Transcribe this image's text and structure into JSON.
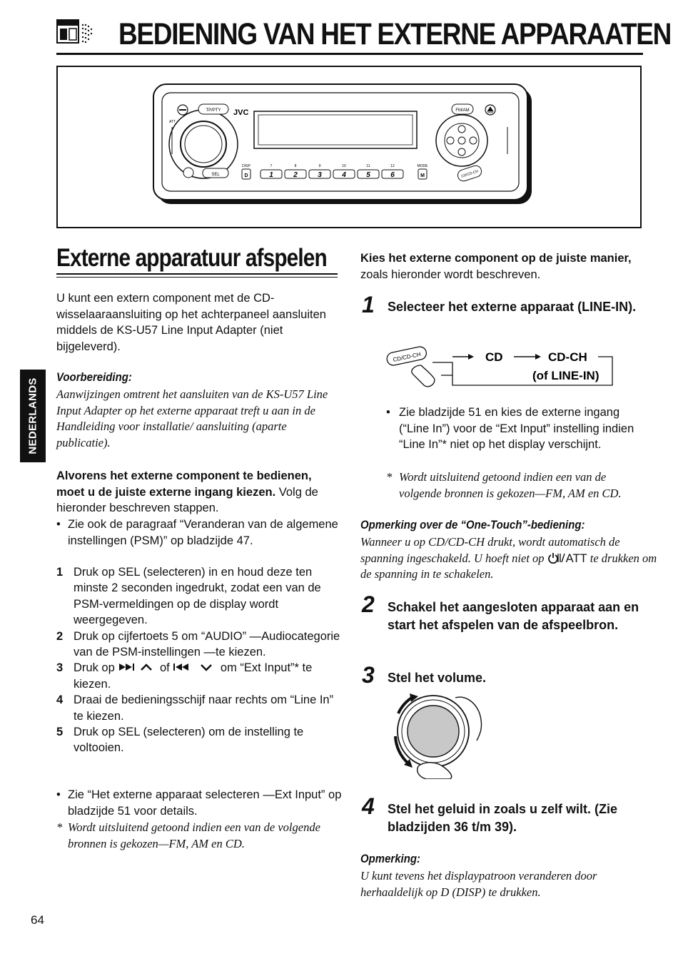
{
  "header": {
    "title": "BEDIENING VAN HET EXTERNE APPARAATEN"
  },
  "device": {
    "brand": "JVC",
    "btn_tp": "TP/PTY",
    "btn_fm": "FM/AM",
    "btn_sel": "SEL",
    "btn_cd": "CD/CD-CH",
    "btn_d": "D",
    "btn_m": "M",
    "label_att": "ATT",
    "label_disp": "DISP",
    "label_mode": "MODE",
    "upper_nums": [
      "7",
      "8",
      "9",
      "10",
      "11",
      "12"
    ],
    "presets": [
      "1",
      "2",
      "3",
      "4",
      "5",
      "6"
    ]
  },
  "left": {
    "section_title": "Externe apparatuur afspelen",
    "intro": "U kunt een extern component met de CD-wisselaaraansluiting op het achterpaneel aansluiten middels de KS-U57 Line Input Adapter (niet bijgeleverd).",
    "prep_heading": "Voorbereiding:",
    "prep_text": "Aanwijzingen omtrent het aansluiten van de KS-U57 Line Input Adapter op het externe apparaat treft u aan in de Handleiding voor installatie/ aansluiting (aparte publicatie).",
    "before_bold": "Alvorens het externe component te bedienen, moet u de juiste externe ingang kiezen.",
    "before_rest": " Volg de hieronder beschreven stappen.",
    "bullet1": "Zie ook de paragraaf “Veranderan van de algemene instellingen (PSM)” op bladzijde 47.",
    "steps": [
      {
        "n": "1",
        "t": "Druk op SEL (selecteren) in en houd deze ten minste 2 seconden ingedrukt, zodat een van de PSM-vermeldingen op de display wordt weergegeven."
      },
      {
        "n": "2",
        "t": "Druk op cijfertoets 5 om “AUDIO” —Audiocategorie van de PSM-instellingen —te kiezen."
      },
      {
        "n": "3",
        "t_a": "Druk op",
        "t_b": "of",
        "t_c": "om “Ext Input”* te kiezen."
      },
      {
        "n": "4",
        "t": "Draai de bedieningsschijf naar rechts om “Line In” te kiezen."
      },
      {
        "n": "5",
        "t": "Druk op SEL (selecteren) om de instelling te voltooien."
      }
    ],
    "bullet2": "Zie “Het externe apparaat selecteren —Ext Input” op bladzijde 51 voor details.",
    "note2": "Wordt uitsluitend getoond indien een van de volgende bronnen is gekozen—FM, AM en CD.",
    "page_number": "64",
    "language_tab": "NEDERLANDS"
  },
  "right": {
    "choose_bold": "Kies het externe component op de juiste manier,",
    "choose_rest": " zoals hieronder wordt beschreven.",
    "step1_num": "1",
    "step1_head": "Selecteer het externe apparaat (LINE-IN).",
    "flow": {
      "button": "CD/CD-CH",
      "a": "CD",
      "b": "CD-CH",
      "c": "(of LINE-IN)"
    },
    "bullet3": "Zie bladzijde 51 en kies de externe ingang (“Line In”) voor de “Ext Input” instelling indien “Line In”* niet op het display verschijnt.",
    "note3": "Wordt uitsluitend getoond indien een van de volgende bronnen is gekozen—FM, AM en CD.",
    "onetouch_heading": "Opmerking over de “One-Touch”-bediening:",
    "onetouch_a": "Wanneer u op CD/CD-CH drukt, wordt automatisch de spanning ingeschakeld. U hoeft niet op",
    "onetouch_att": "ATT",
    "onetouch_b": "te drukken om de spanning in te schakelen.",
    "step2_num": "2",
    "step2_head": "Schakel het aangesloten apparaat aan en start het afspelen van de afspeelbron.",
    "step3_num": "3",
    "step3_head": "Stel het volume.",
    "step4_num": "4",
    "step4_head": "Stel het geluid in zoals u zelf wilt. (Zie bladzijden 36 t/m 39).",
    "note_heading": "Opmerking:",
    "note_text": "U kunt tevens het displaypatroon veranderen door herhaaldelijk op D (DISP) te drukken."
  },
  "asterisk": "*",
  "bullet_mark": "•"
}
